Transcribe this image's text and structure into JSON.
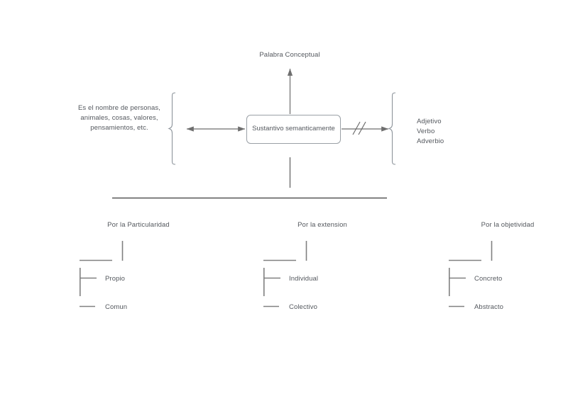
{
  "page": {
    "title": "Sustantivo semanticamente",
    "background": "#ffffff",
    "text_color": "#54585e",
    "line_color": "#6e6e6e"
  },
  "diagram": {
    "top_label": "Palabra Conceptual",
    "center_box": {
      "label": "Sustantivo semanticamente"
    },
    "left_definition": "Es el nombre de personas,\nanimales, cosas, valores,\npensamientos, etc.",
    "right_items": [
      "Adjetivo",
      "Verbo",
      "Adverbio"
    ],
    "branches": [
      {
        "heading": "Por la Particularidad",
        "first": "Propio",
        "second": "Comun"
      },
      {
        "heading": "Por la extension",
        "first": "Individual",
        "second": "Colectivo"
      },
      {
        "heading": "Por la objetividad",
        "first": "Concreto",
        "second": "Abstracto"
      }
    ]
  }
}
